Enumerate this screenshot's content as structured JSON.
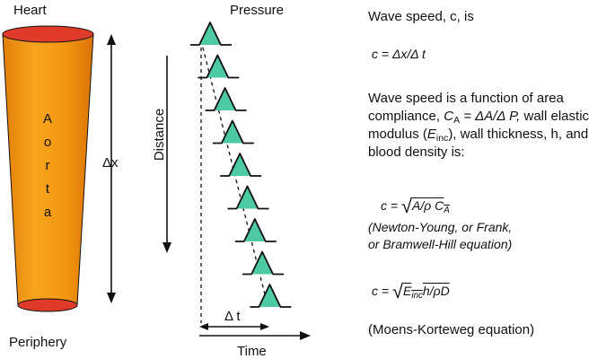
{
  "left": {
    "heart_label": "Heart",
    "aorta_letters": [
      "A",
      "o",
      "r",
      "t",
      "a"
    ],
    "dx_label": "Δx",
    "periphery_label": "Periphery"
  },
  "middle": {
    "pressure_label": "Pressure",
    "distance_label": "Distance",
    "dt_label": "Δ t",
    "time_label": "Time",
    "pulse_count": 9,
    "pulse_fill": "#4dc9a3"
  },
  "right": {
    "line1": "Wave speed, c, is",
    "eq1": "c = Δx/Δ t",
    "p2_a": "Wave speed is a function of area",
    "p2_b_pre": "compliance, ",
    "p2_b_C": "C",
    "p2_b_Csub": "A",
    "p2_b_eq": " = ΔA/Δ P,",
    "p2_b_post": " wall elastic",
    "p2_c_pre": "modulus (",
    "p2_c_E": "E",
    "p2_c_Esub": "inc",
    "p2_c_post": "), wall thickness, h, and",
    "p2_d": "blood density is:",
    "eq2_lhs": "c =",
    "eq2_rad": "A/ρ C",
    "eq2_radsub": "A",
    "eq2_note1": "(Newton-Young, or Frank,",
    "eq2_note2": "or Bramwell-Hill equation)",
    "eq3_lhs": "c =",
    "eq3_E": "E",
    "eq3_Esub": "inc",
    "eq3_rest": "h/ρD",
    "eq3_note": "(Moens-Korteweg equation)"
  },
  "colors": {
    "aorta_body": "#f59a14",
    "aorta_cap": "#e03a2a",
    "pulse": "#4dc9a3",
    "ink": "#111111"
  }
}
